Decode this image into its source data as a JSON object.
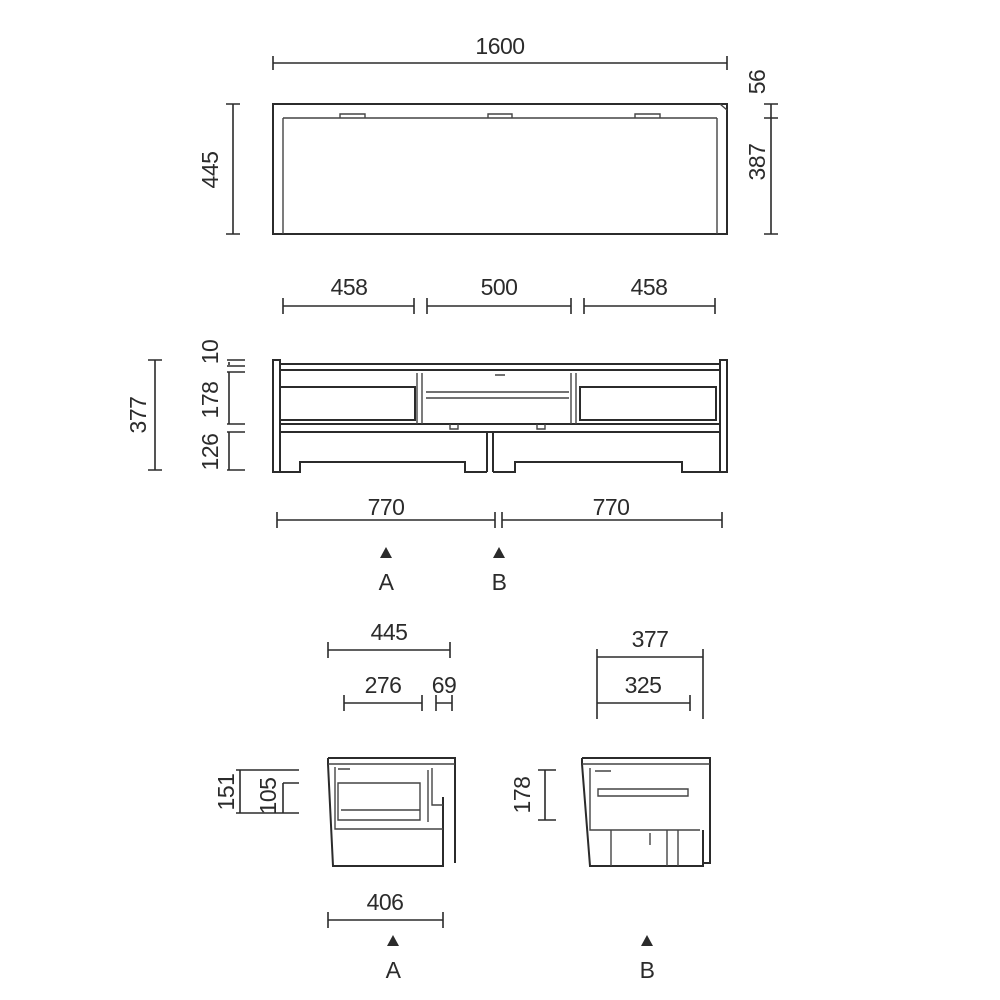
{
  "top_view": {
    "width": "1600",
    "depth": "445",
    "lip": "56",
    "body_depth": "387"
  },
  "front_view": {
    "compartment_left": "458",
    "compartment_center": "500",
    "compartment_right": "458",
    "height": "377",
    "top_board": "10",
    "drawer_height": "178",
    "plinth_height": "126",
    "module_left": "770",
    "module_right": "770",
    "section_a": "A",
    "section_b": "B"
  },
  "section_a": {
    "depth": "445",
    "drawer_depth": "276",
    "front_offset": "69",
    "height_outer": "151",
    "height_inner": "105",
    "base_depth": "406",
    "label": "A"
  },
  "section_b": {
    "depth": "377",
    "shelf_depth": "325",
    "height": "178",
    "label": "B"
  }
}
